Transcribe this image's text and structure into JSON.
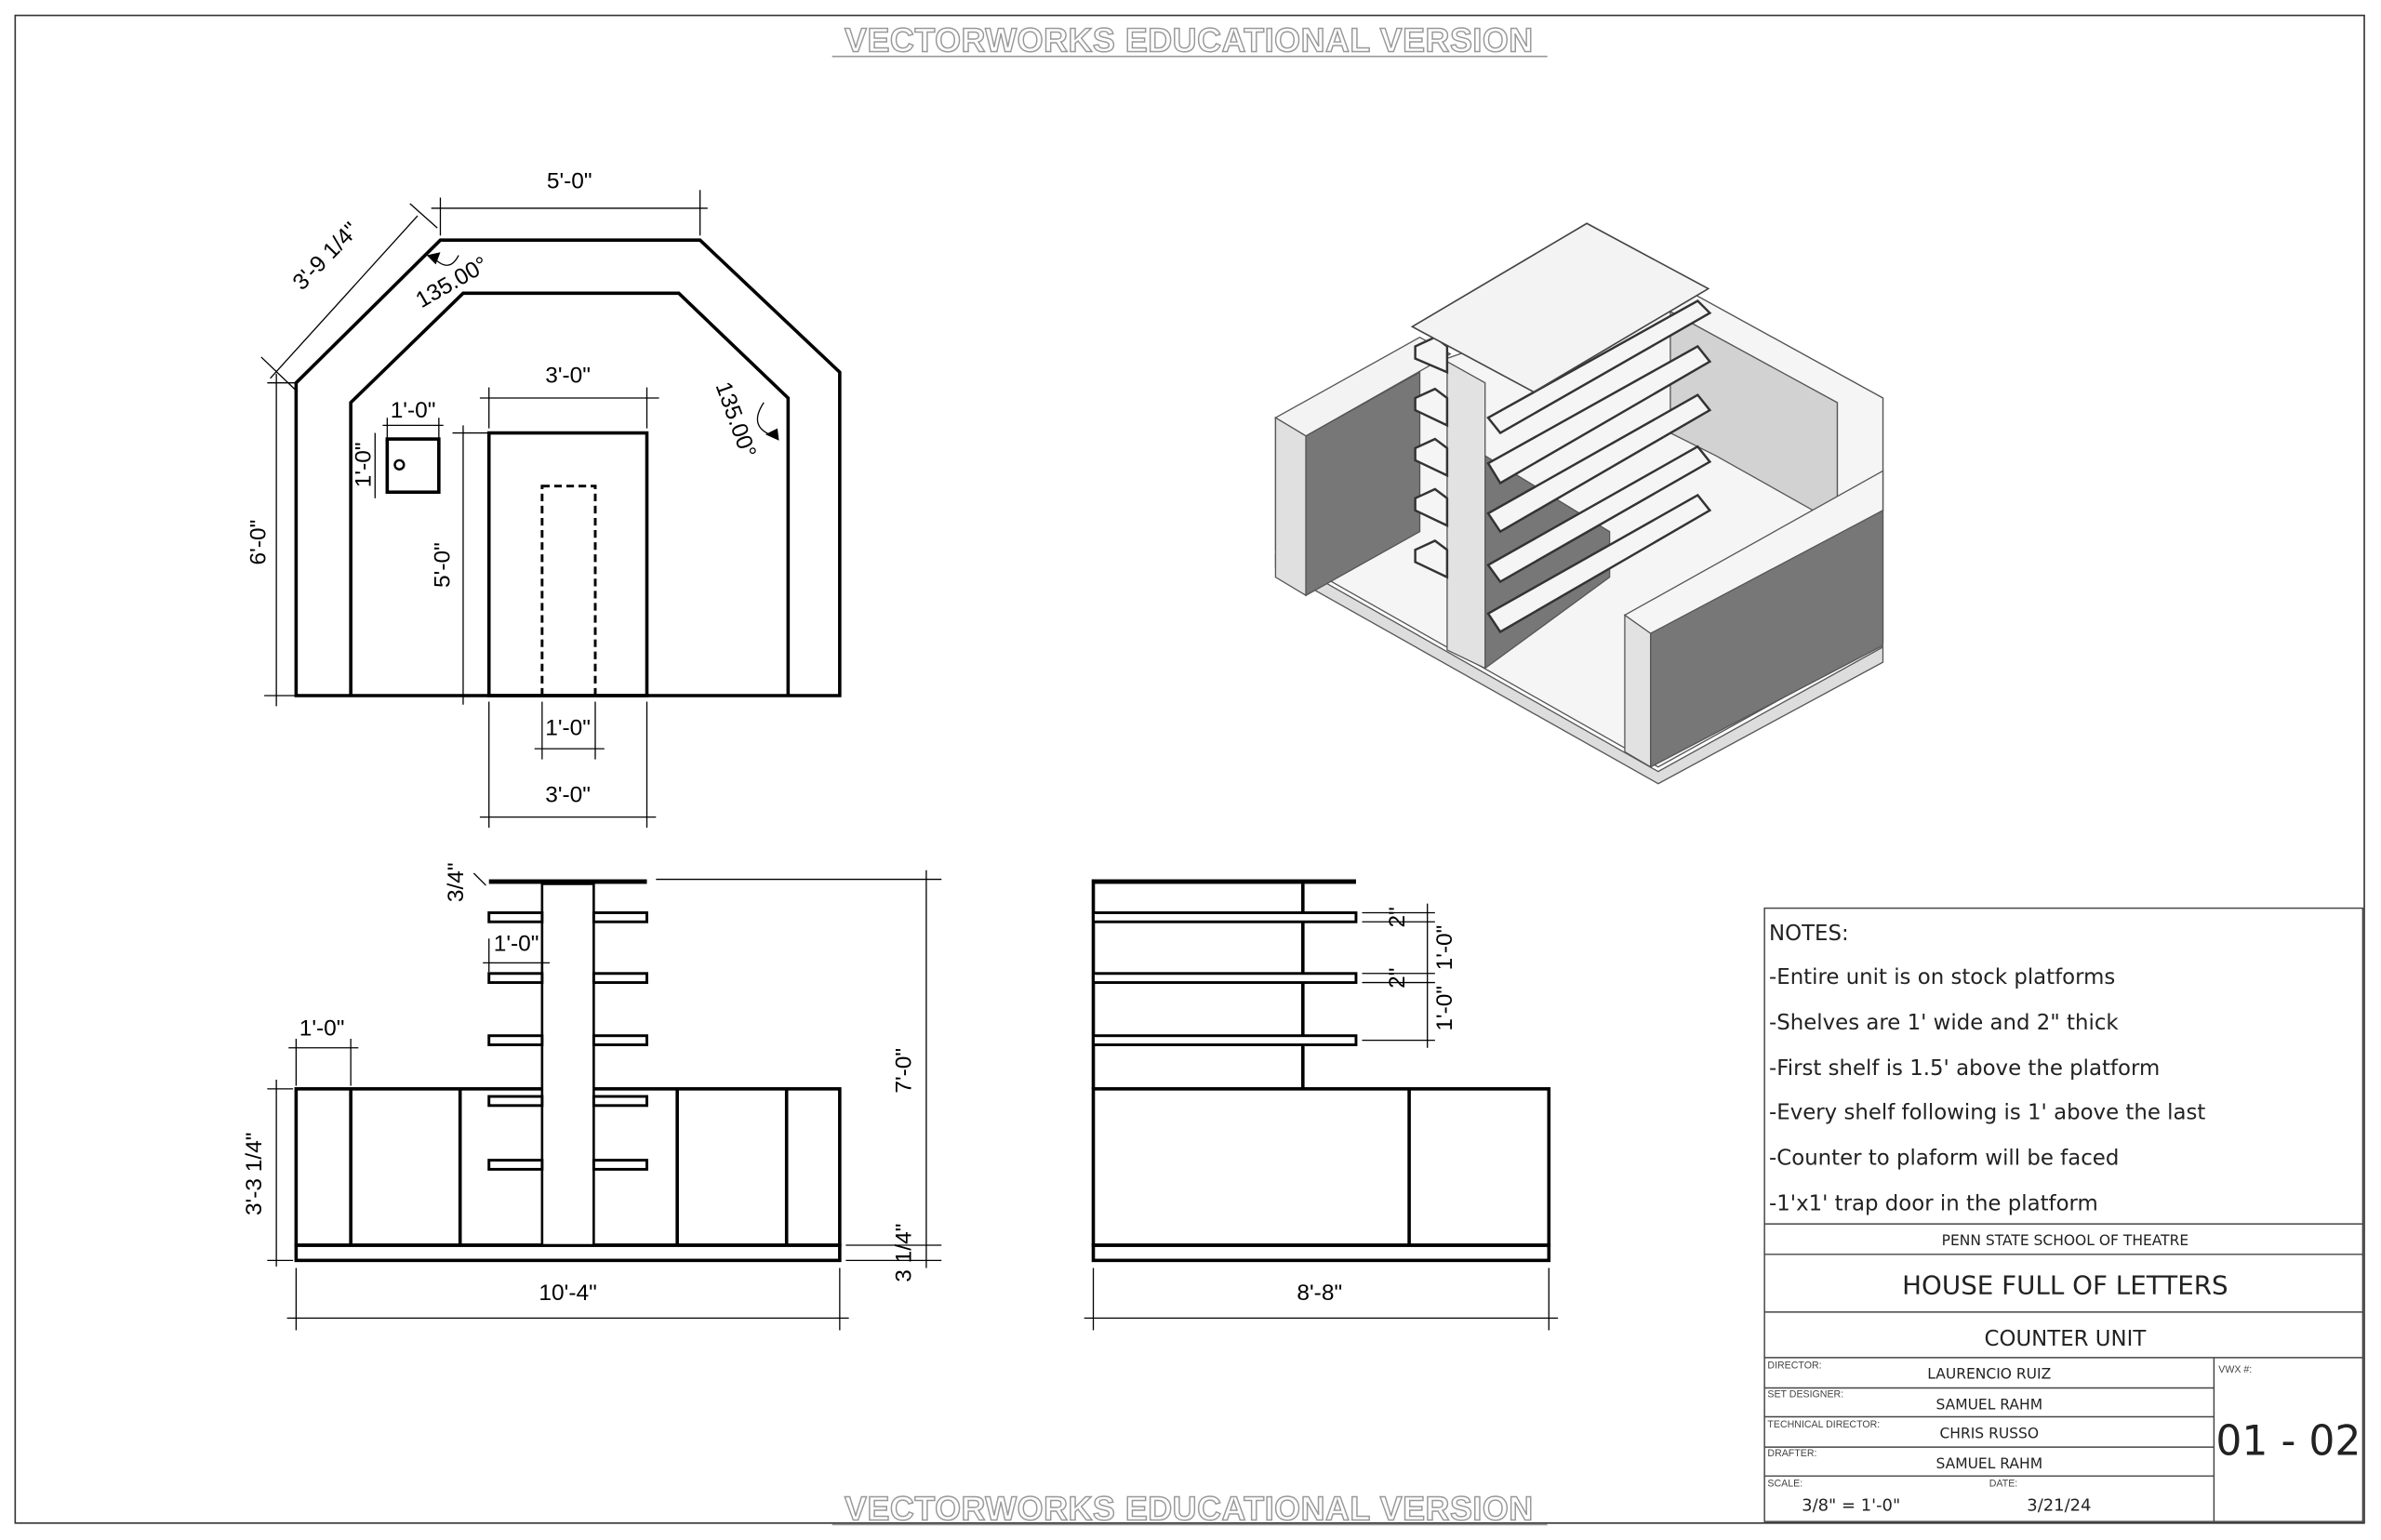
{
  "watermark": "VECTORWORKS EDUCATIONAL VERSION",
  "plan": {
    "top_width": "5'-0\"",
    "diag_length": "3'-9 1/4\"",
    "angle_left": "135.00°",
    "angle_right": "135.00°",
    "side_height": "6'-0\"",
    "door_width_top": "3'-0\"",
    "trap_width": "1'-0\"",
    "trap_height": "1'-0\"",
    "door_height": "5'-0\"",
    "slot_width": "1'-0\"",
    "door_width_bottom": "3'-0\""
  },
  "front_elevation": {
    "top_thickness": "3/4\"",
    "shelf_depth": "1'-0\"",
    "wall_thickness": "1'-0\"",
    "total_height": "7'-0\"",
    "counter_height": "3'-3 1/4\"",
    "platform_height": "3 1/4\"",
    "total_width": "10'-4\""
  },
  "side_elevation": {
    "shelf_thickness_1": "2\"",
    "shelf_spacing_1": "1'-0\"",
    "shelf_thickness_2": "2\"",
    "shelf_spacing_2": "1'-0\"",
    "total_width": "8'-8\""
  },
  "notes": {
    "heading": "NOTES:",
    "items": [
      "-Entire unit is on stock platforms",
      "-Shelves are 1' wide and 2\" thick",
      "-First shelf is 1.5' above the platform",
      "-Every shelf following is 1' above the last",
      "-Counter to plaform will be faced",
      "-1'x1' trap door in the platform"
    ]
  },
  "title_block": {
    "school": "PENN STATE SCHOOL OF THEATRE",
    "show": "HOUSE FULL OF LETTERS",
    "drawing": "COUNTER UNIT",
    "director_label": "DIRECTOR:",
    "director": "LAURENCIO RUIZ",
    "set_designer_label": "SET DESIGNER:",
    "set_designer": "SAMUEL RAHM",
    "td_label": "TECHNICAL DIRECTOR:",
    "td": "CHRIS RUSSO",
    "drafter_label": "DRAFTER:",
    "drafter": "SAMUEL RAHM",
    "scale_label": "SCALE:",
    "scale": "3/8\" = 1'-0\"",
    "date_label": "DATE:",
    "date": "3/21/24",
    "vwx_label": "VWX #:",
    "plate": "01 - 02"
  }
}
